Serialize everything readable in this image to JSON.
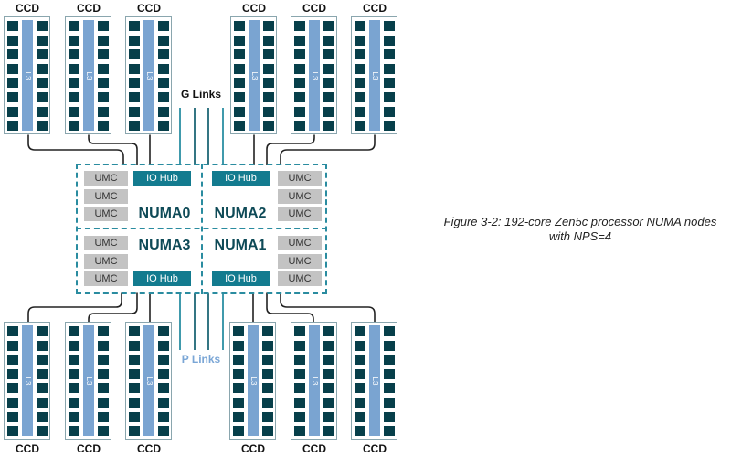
{
  "figure": {
    "caption_line1": "Figure 3-2: 192-core Zen5c processor NUMA nodes",
    "caption_line2": "with NPS=4"
  },
  "links": {
    "top_label": "G Links",
    "bottom_label": "P Links",
    "top_count": 4,
    "bottom_count": 4
  },
  "ccds": {
    "cores_per_ccd": 16,
    "top": [
      {
        "label": "CCD",
        "cache": "L3"
      },
      {
        "label": "CCD",
        "cache": "L3"
      },
      {
        "label": "CCD",
        "cache": "L3"
      },
      {
        "label": "CCD",
        "cache": "L3"
      },
      {
        "label": "CCD",
        "cache": "L3"
      },
      {
        "label": "CCD",
        "cache": "L3"
      }
    ],
    "bottom": [
      {
        "label": "CCD",
        "cache": "L3"
      },
      {
        "label": "CCD",
        "cache": "L3"
      },
      {
        "label": "CCD",
        "cache": "L3"
      },
      {
        "label": "CCD",
        "cache": "L3"
      },
      {
        "label": "CCD",
        "cache": "L3"
      },
      {
        "label": "CCD",
        "cache": "L3"
      }
    ]
  },
  "numa_nodes": {
    "top_left": {
      "name": "NUMA0",
      "io_hub": "IO Hub",
      "umcs": [
        "UMC",
        "UMC",
        "UMC"
      ]
    },
    "top_right": {
      "name": "NUMA2",
      "io_hub": "IO Hub",
      "umcs": [
        "UMC",
        "UMC",
        "UMC"
      ]
    },
    "bottom_left": {
      "name": "NUMA3",
      "io_hub": "IO Hub",
      "umcs": [
        "UMC",
        "UMC",
        "UMC"
      ]
    },
    "bottom_right": {
      "name": "NUMA1",
      "io_hub": "IO Hub",
      "umcs": [
        "UMC",
        "UMC",
        "UMC"
      ]
    }
  },
  "colors": {
    "core": "#073f4a",
    "l3_cache": "#7aa4d1",
    "io_hub": "#137b8f",
    "umc": "#c3c3c3",
    "numa_border": "#2a8ca0",
    "numa_label": "#0e4a57",
    "g_link_label": "#111111",
    "p_link_label": "#7aa6d6"
  }
}
